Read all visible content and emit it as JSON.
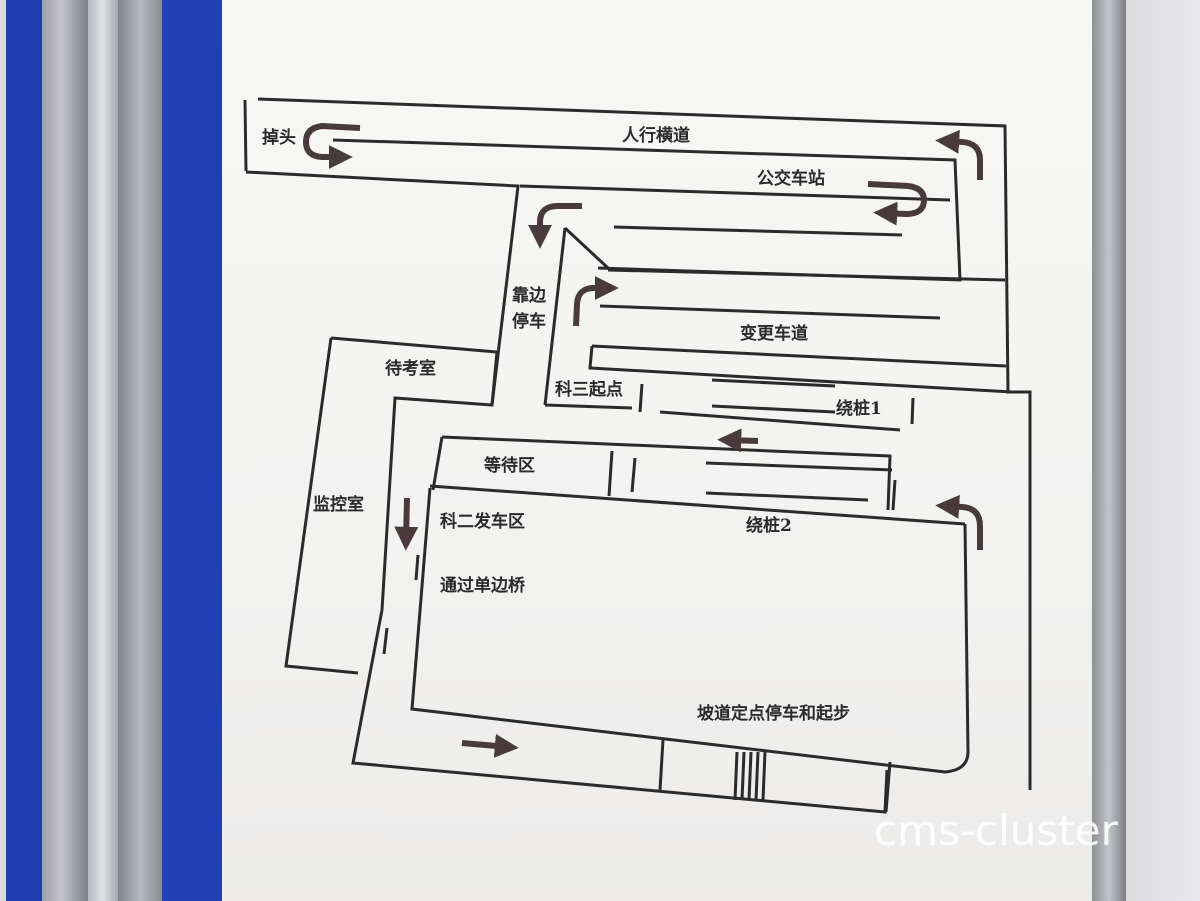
{
  "labels": {
    "turnaround": "掉头",
    "crosswalk": "人行横道",
    "bus_stop": "公交车站",
    "pull_over": "靠边停车",
    "lane_change": "变更车道",
    "waiting_room": "待考室",
    "subject3_start": "科三起点",
    "pile1": "绕桩1",
    "waiting_area": "等待区",
    "monitor_room": "监控室",
    "subject2_start": "科二发车区",
    "pile2": "绕桩2",
    "single_bridge": "通过单边桥",
    "ramp": "坡道定点停车和起步"
  },
  "watermark": "cms-cluster",
  "colors": {
    "ink": "#2b2b2b",
    "arrow": "#4a3b3b",
    "frame_blue": "#1e3ca8",
    "frame_gray": "#8c8f96",
    "board": "#f5f5f3"
  }
}
